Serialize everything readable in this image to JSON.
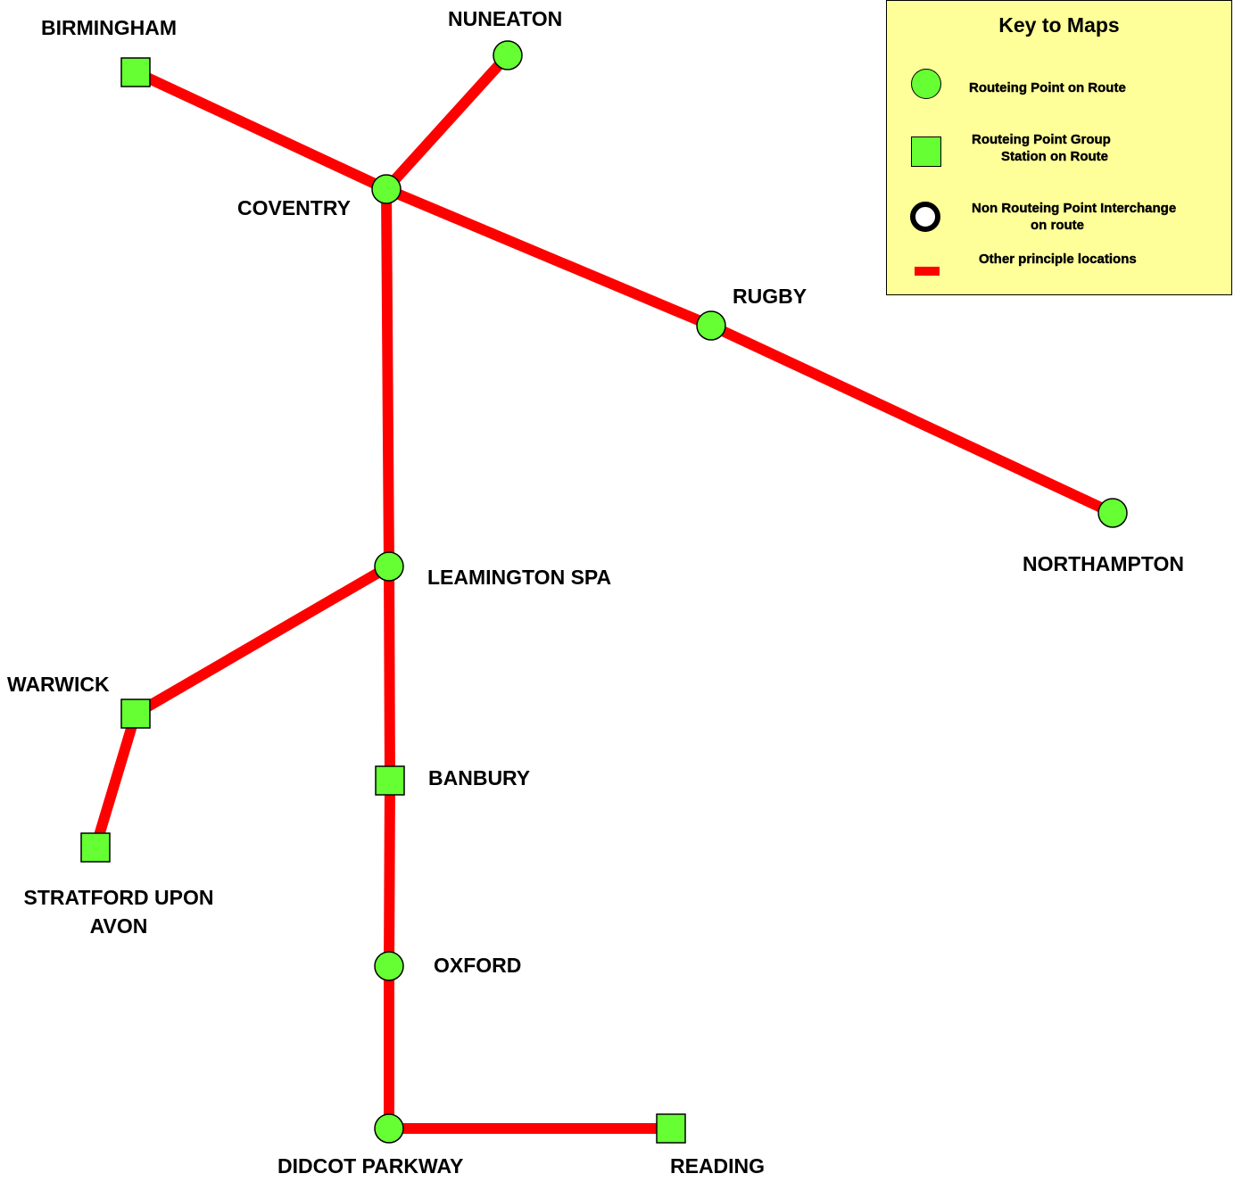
{
  "colors": {
    "route_line": "#ff0000",
    "station_fill": "#66ff33",
    "station_outline": "#000000",
    "key_background": "#ffff99",
    "label_text": "#000000"
  },
  "stations": {
    "birmingham": {
      "name": "BIRMINGHAM",
      "type": "routeing-point-group-station"
    },
    "nuneaton": {
      "name": "NUNEATON",
      "type": "routeing-point"
    },
    "coventry": {
      "name": "COVENTRY",
      "type": "routeing-point"
    },
    "rugby": {
      "name": "RUGBY",
      "type": "routeing-point"
    },
    "northampton": {
      "name": "NORTHAMPTON",
      "type": "routeing-point"
    },
    "leamington_spa": {
      "name": "LEAMINGTON SPA",
      "type": "routeing-point"
    },
    "warwick": {
      "name": "WARWICK",
      "type": "routeing-point-group-station"
    },
    "stratford_upon_avon": {
      "name_line1": "STRATFORD UPON",
      "name_line2": "AVON",
      "type": "routeing-point-group-station"
    },
    "banbury": {
      "name": "BANBURY",
      "type": "routeing-point-group-station"
    },
    "oxford": {
      "name": "OXFORD",
      "type": "routeing-point"
    },
    "didcot_parkway": {
      "name": "DIDCOT PARKWAY",
      "type": "routeing-point"
    },
    "reading": {
      "name": "READING",
      "type": "routeing-point-group-station"
    }
  },
  "routes": [
    [
      "birmingham",
      "coventry"
    ],
    [
      "coventry",
      "rugby"
    ],
    [
      "rugby",
      "northampton"
    ],
    [
      "coventry",
      "nuneaton"
    ],
    [
      "coventry",
      "leamington_spa"
    ],
    [
      "leamington_spa",
      "warwick"
    ],
    [
      "warwick",
      "stratford_upon_avon"
    ],
    [
      "leamington_spa",
      "banbury"
    ],
    [
      "banbury",
      "oxford"
    ],
    [
      "oxford",
      "didcot_parkway"
    ],
    [
      "didcot_parkway",
      "reading"
    ]
  ],
  "key": {
    "title": "Key to Maps",
    "items": [
      {
        "symbol": "green-circle-icon",
        "line1": "Routeing Point on Route",
        "line2": ""
      },
      {
        "symbol": "green-square-icon",
        "line1": "Routeing Point Group",
        "line2": "Station on Route"
      },
      {
        "symbol": "black-ring-icon",
        "line1": "Non Routeing Point Interchange",
        "line2": "on route"
      },
      {
        "symbol": "red-bar-icon",
        "line1": "Other principle locations",
        "line2": ""
      }
    ]
  }
}
